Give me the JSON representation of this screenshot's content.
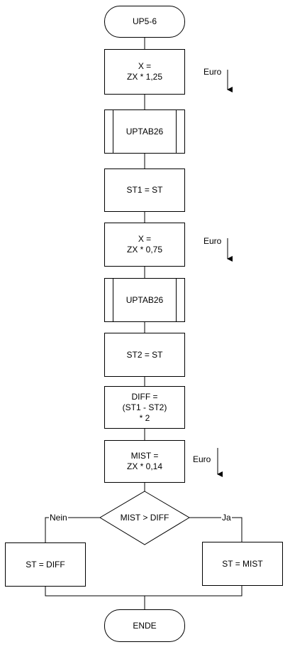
{
  "start": "UP5-6",
  "end": "ENDE",
  "steps": [
    {
      "lines": [
        "X =",
        "ZX * 1,25"
      ],
      "note": "Euro"
    },
    {
      "lines": [
        "UPTAB26"
      ]
    },
    {
      "lines": [
        "ST1 = ST"
      ]
    },
    {
      "lines": [
        "X =",
        "ZX * 0,75"
      ],
      "note": "Euro"
    },
    {
      "lines": [
        "UPTAB26"
      ]
    },
    {
      "lines": [
        "ST2 = ST"
      ]
    },
    {
      "lines": [
        "DIFF =",
        "(ST1 - ST2)",
        "* 2"
      ]
    },
    {
      "lines": [
        "MIST =",
        "ZX * 0,14"
      ],
      "note": "Euro"
    }
  ],
  "decision": {
    "condition": "MIST > DIFF",
    "no_label": "Nein",
    "yes_label": "Ja",
    "no_action": "ST = DIFF",
    "yes_action": "ST = MIST"
  }
}
